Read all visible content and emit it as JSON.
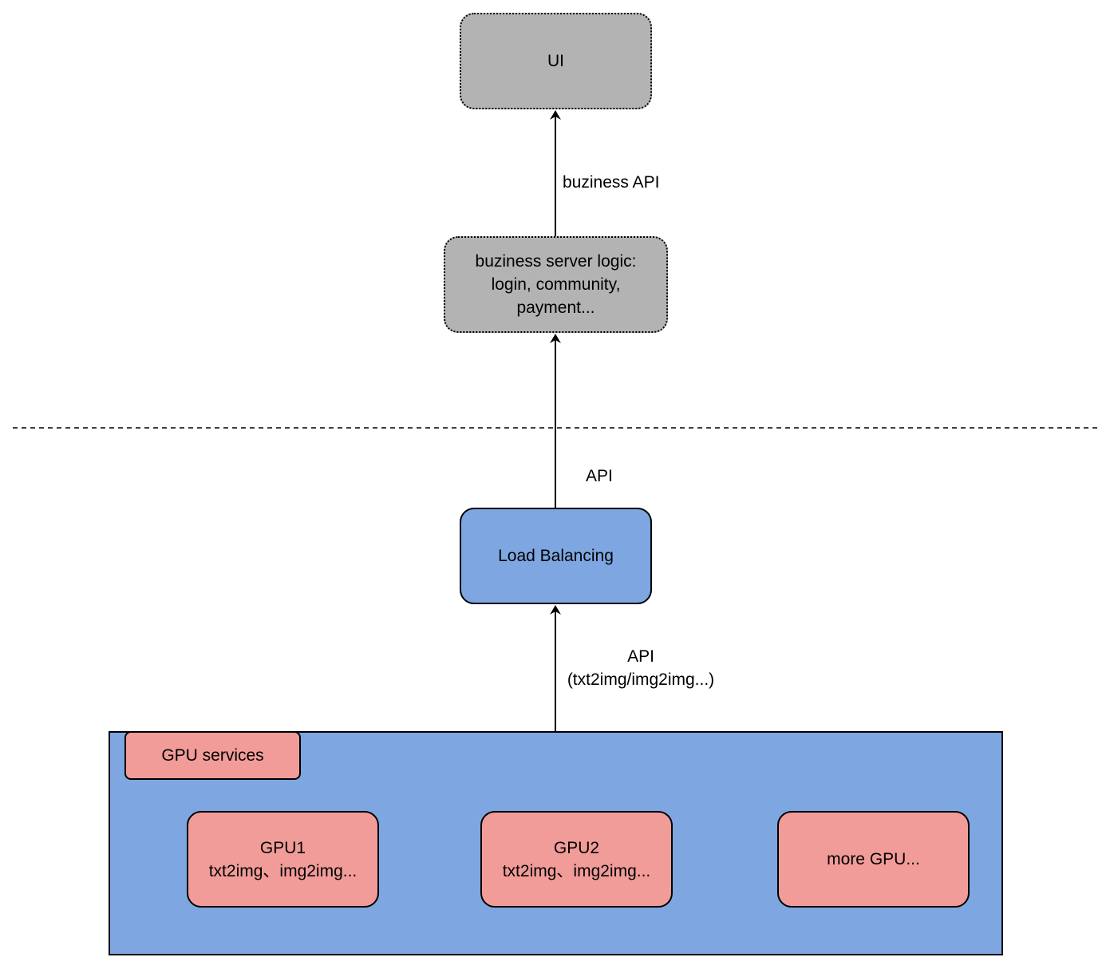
{
  "nodes": {
    "ui": "UI",
    "business_server": "buziness server logic:\nlogin, community,\npayment...",
    "load_balancing": "Load Balancing",
    "gpu_services": "GPU services",
    "gpu1": "GPU1\ntxt2img、img2img...",
    "gpu2": "GPU2\ntxt2img、img2img...",
    "more_gpu": "more GPU..."
  },
  "edges": {
    "business_api": "buziness API",
    "api": "API",
    "gpu_api": "API\n(txt2img/img2img...)"
  },
  "colors": {
    "gray_fill": "#b3b3b3",
    "blue_fill": "#7ea6e0",
    "pink_fill": "#f19c99"
  }
}
